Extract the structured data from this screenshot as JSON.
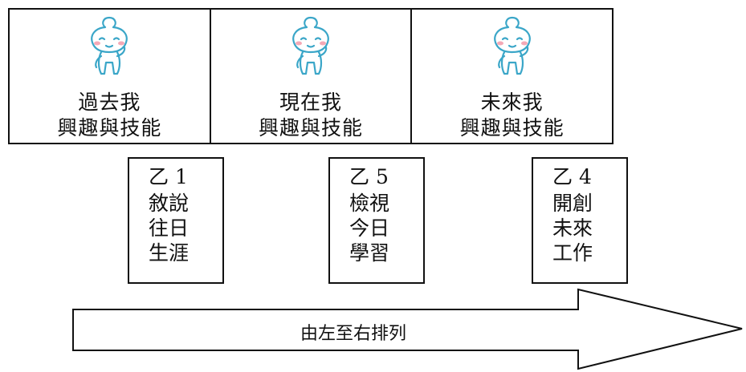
{
  "stages": [
    {
      "line1": "過去我",
      "line2": "興趣與技能"
    },
    {
      "line1": "現在我",
      "line2": "興趣與技能"
    },
    {
      "line1": "未來我",
      "line2": "興趣與技能"
    }
  ],
  "cards": [
    {
      "code": "乙 1",
      "lines": [
        "敘說",
        "往日",
        "生涯"
      ]
    },
    {
      "code": "乙 5",
      "lines": [
        "檢視",
        "今日",
        "學習"
      ]
    },
    {
      "code": "乙 4",
      "lines": [
        "開創",
        "未來",
        "工作"
      ]
    }
  ],
  "arrow": {
    "label": "由左至右排列"
  },
  "icons": {
    "mascot": "mascot-icon"
  },
  "colors": {
    "mascot_stroke": "#3aa6c8",
    "mascot_blush": "#f4a9b6"
  }
}
